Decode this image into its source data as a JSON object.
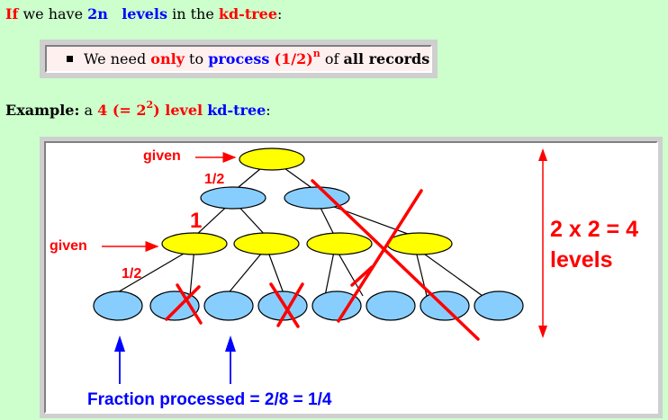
{
  "line1": {
    "if": "If",
    "we_have": " we have ",
    "n2": "2n",
    "levels": "levels",
    "in_the": " in the ",
    "kdtree": "kd-tree",
    "colon": ":"
  },
  "note": {
    "we_need": "We need ",
    "only": "only",
    "to": " to ",
    "process": "process",
    "fraction": "(1/2)",
    "exp": "n",
    "of": " of ",
    "all_records": "all records"
  },
  "example": {
    "label": "Example:",
    "a": " a ",
    "four": "4 (= 2",
    "exp": "2",
    "close_level": ") level",
    "kdtree": "kd-tree",
    "colon": ":"
  },
  "figure": {
    "given_top": "given",
    "half_top": "1/2",
    "one": "1",
    "given_mid": "given",
    "half_mid": "1/2",
    "levels_line1": "2 x 2 = 4",
    "levels_line2": "levels",
    "fraction_text": "Fraction processed = 2/8 = 1/4",
    "colors": {
      "yellow": "#ffff00",
      "light_blue": "#87ceff",
      "red": "#ff0000",
      "blue": "#0000ff"
    }
  }
}
